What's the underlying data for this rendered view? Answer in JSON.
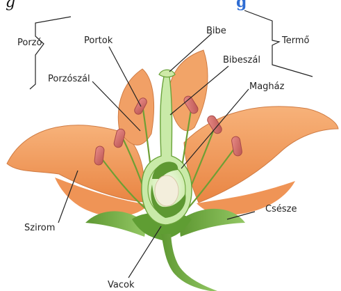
{
  "diagram": {
    "top_fragment_left": "g",
    "top_fragment_blue": "g",
    "labels": {
      "porzo": "Porzó",
      "portok": "Portok",
      "bibe": "Bibe",
      "termo": "Termő",
      "bibeszal": "Bibeszál",
      "porzoszal": "Porzószál",
      "maghaz": "Magház",
      "szirom": "Szirom",
      "csesze": "Csésze",
      "vacok": "Vacok"
    },
    "colors": {
      "petal": "#F39A5B",
      "petal_dark": "#D9773F",
      "green": "#70A83B",
      "green_light": "#A9D37C",
      "stamen": "#D66C6A",
      "line": "#222222",
      "blue_fragment": "#2F6DD3"
    }
  }
}
